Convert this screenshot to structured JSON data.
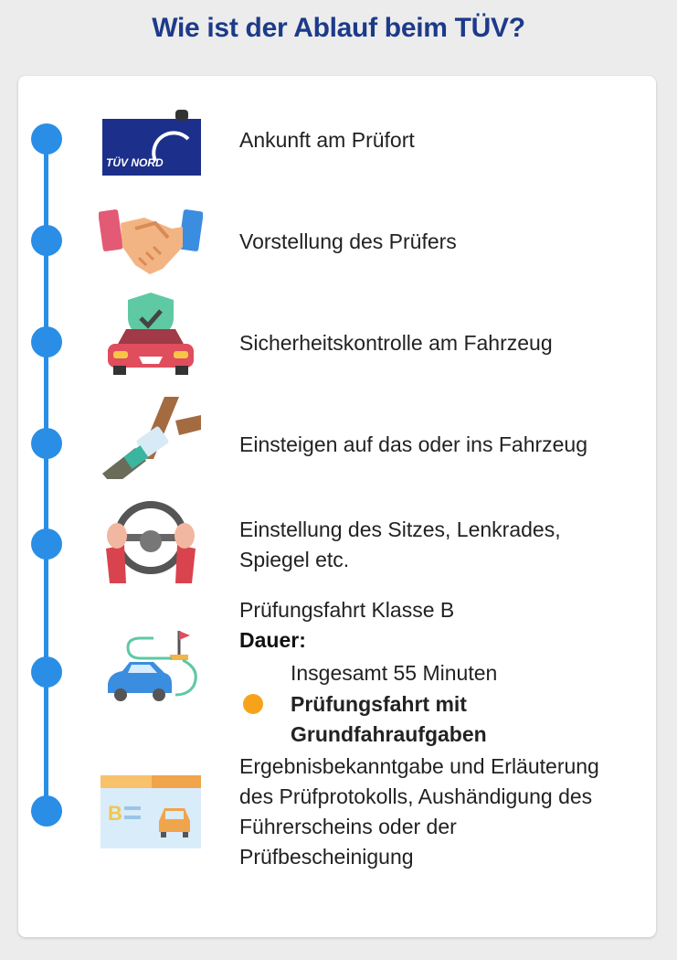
{
  "title": "Wie ist der Ablauf beim TÜV?",
  "colors": {
    "accent": "#2a8ee6",
    "title": "#1d3a8a",
    "bullet": "#f6a31b"
  },
  "steps": [
    {
      "text": "Ankunft am Prüfort",
      "icon": "tuv-nord-building-icon",
      "logo_text": "TÜV NORD"
    },
    {
      "text": "Vorstellung des Prüfers",
      "icon": "handshake-icon"
    },
    {
      "text": "Sicherheitskontrolle am Fahrzeug",
      "icon": "car-shield-icon"
    },
    {
      "text": "Einsteigen auf das oder ins Fahrzeug",
      "icon": "seatbelt-icon"
    },
    {
      "lines": [
        "Einstellung des Sitzes, Lenkrades,",
        "Spiegel etc."
      ],
      "icon": "steering-wheel-icon"
    },
    {
      "text": "Prüfungsfahrt Klasse B",
      "duration_label": "Dauer:",
      "total": "Insgesamt 55 Minuten",
      "sub_lines": [
        "Prüfungsfahrt mit",
        "Grundfahraufgaben"
      ],
      "icon": "driving-route-icon"
    },
    {
      "lines": [
        "Ergebnisbekanntgabe und Erläuterung",
        "des Prüfprotokolls, Aushändigung des",
        "Führerscheins oder der",
        "Prüfbescheinigung"
      ],
      "icon": "license-card-icon"
    }
  ]
}
